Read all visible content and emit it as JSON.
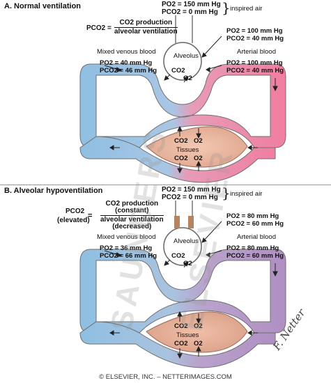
{
  "panel_a": {
    "title": "A. Normal ventilation",
    "inspired": {
      "po2": "PO2 = 150 mm Hg",
      "pco2": "PCO2 = 0 mm Hg",
      "label": "inspired air"
    },
    "equation": {
      "lhs": "PCO2 =",
      "numerator": "CO2 production",
      "denominator": "alveolar ventilation"
    },
    "alveolus_values": {
      "po2": "PO2 = 100 mm Hg",
      "pco2": "PCO2 = 40 mm Hg"
    },
    "mixed_venous": {
      "label": "Mixed venous blood",
      "po2": "PO2 = 40 mm Hg",
      "pco2": "PCO2 = 46 mm Hg"
    },
    "arterial": {
      "label": "Arterial blood",
      "po2": "PO2 = 100 mm Hg",
      "pco2": "PCO2 = 40 mm Hg"
    },
    "alveolus_label": "Alveolus",
    "alveolus_gases": {
      "co2": "CO2",
      "o2": "O2"
    },
    "tissues": {
      "label": "Tissues",
      "top_co2": "CO2",
      "top_o2": "O2",
      "bottom_co2": "CO2",
      "bottom_o2": "O2"
    }
  },
  "panel_b": {
    "title": "B. Alveolar hypoventilation",
    "inspired": {
      "po2": "PO2 = 150 mm Hg",
      "pco2": "PCO2 = 0 mm Hg",
      "label": "inspired air"
    },
    "equation": {
      "lhs_top": "PCO2",
      "lhs_bottom": "(elevated)",
      "eq": "=",
      "numerator_1": "CO2 production",
      "numerator_2": "(constant)",
      "denominator_1": "alveolar ventilation",
      "denominator_2": "(decreased)"
    },
    "alveolus_values": {
      "po2": "PO2 = 80 mm Hg",
      "pco2": "PCO2 = 60 mm Hg"
    },
    "mixed_venous": {
      "label": "Mixed venous blood",
      "po2": "PO2 = 36 mm Hg",
      "pco2": "PCO2 = 66 mm Hg"
    },
    "arterial": {
      "label": "Arterial blood",
      "po2": "PO2 = 80 mm Hg",
      "pco2": "PCO2 = 60 mm Hg"
    },
    "alveolus_label": "Alveolus",
    "alveolus_gases": {
      "co2": "CO2",
      "o2": "O2"
    },
    "tissues": {
      "label": "Tissues",
      "top_co2": "CO2",
      "top_o2": "O2",
      "bottom_co2": "CO2",
      "bottom_o2": "O2"
    }
  },
  "watermark": {
    "line1": "SAUNDERS",
    "line2": "ELSEVIER"
  },
  "copyright": "© ELSEVIER, INC. – NETTERIMAGES.COM",
  "signature": "F. Netter",
  "colors": {
    "venous": "#9cc3e0",
    "arterial_normal": "#ef8aa6",
    "arterial_hypo": "#b59ac6",
    "tissue": "#efc0ab",
    "outline": "#5a5a5a"
  }
}
